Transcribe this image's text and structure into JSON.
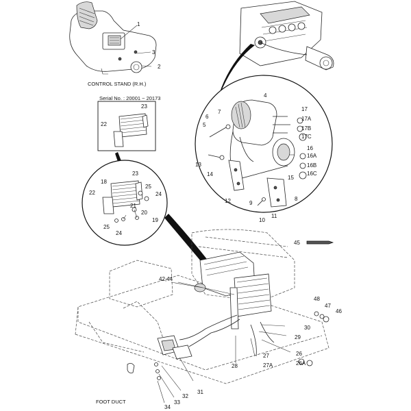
{
  "captions": {
    "control_stand": "CONTROL STAND (R.H.)",
    "foot_duct": "FOOT DUCT",
    "serial": "Serial No. : 20001 ~ 20173"
  },
  "labels": {
    "l1": "1",
    "l2": "2",
    "l3": "3",
    "l4": "4",
    "l5": "5",
    "l6": "6",
    "l7": "7",
    "l8": "8",
    "l9": "9",
    "l10": "10",
    "l11": "11",
    "l12": "12",
    "l13": "13",
    "l14": "14",
    "l15": "15",
    "l16": "16",
    "l16a": "16A",
    "l16b": "16B",
    "l16c": "16C",
    "l17": "17",
    "l17a": "17A",
    "l17b": "17B",
    "l17c": "17C",
    "l18": "18",
    "l19": "19",
    "l20": "20",
    "l21": "21",
    "l22a": "22",
    "l23a": "23",
    "l22b": "22",
    "l23b": "23",
    "l24a": "24",
    "l24b": "24",
    "l25a": "25",
    "l25b": "25",
    "l26": "26",
    "l26a": "26A",
    "l27": "27",
    "l27a": "27A",
    "l28": "28",
    "l29": "29",
    "l30": "30",
    "l31": "31",
    "l32": "32",
    "l33": "33",
    "l34": "34",
    "l4244": "42,44",
    "l45": "45",
    "l46": "46",
    "l47": "47",
    "l48": "48"
  }
}
